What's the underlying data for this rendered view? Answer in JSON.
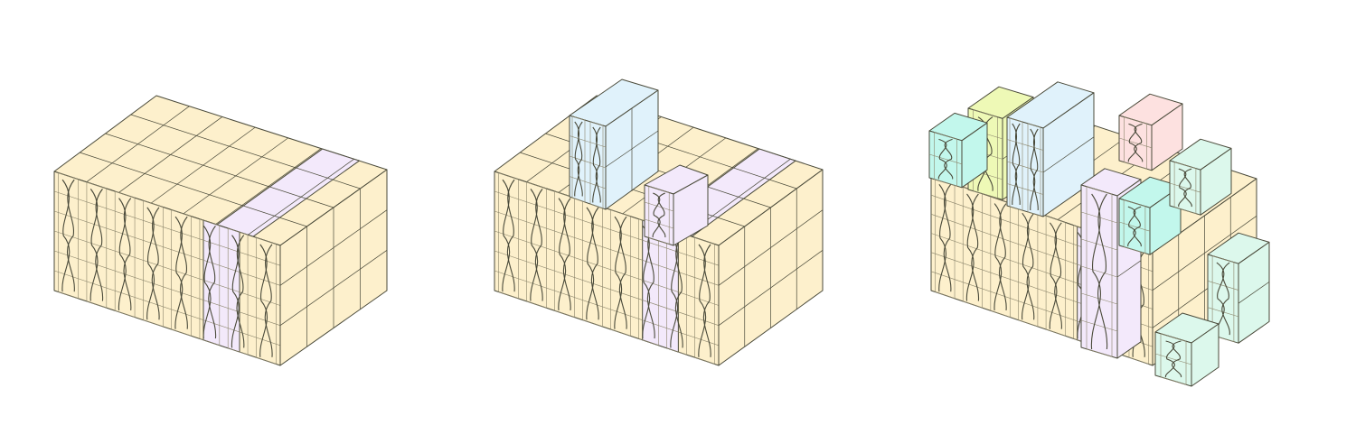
{
  "diagrams": [
    {
      "id": "stage-1",
      "modules": [
        {
          "role": "base-block",
          "color": "#fdf0cc"
        },
        {
          "role": "highlight-strip",
          "color": "#f3e9fb"
        }
      ]
    },
    {
      "id": "stage-2",
      "modules": [
        {
          "role": "base-block",
          "color": "#fdf0cc"
        },
        {
          "role": "highlight-strip",
          "color": "#f3e9fb"
        },
        {
          "role": "tower-blue",
          "color": "#e0f2fb"
        }
      ]
    },
    {
      "id": "stage-3",
      "modules": [
        {
          "role": "base-block",
          "color": "#fdf0cc"
        },
        {
          "role": "highlight-strip",
          "color": "#f3e9fb"
        },
        {
          "role": "tower-blue",
          "color": "#e0f2fb"
        },
        {
          "role": "tower-yellow",
          "color": "#eef9b6"
        },
        {
          "role": "tower-pink",
          "color": "#fde1e0"
        },
        {
          "role": "cube-teal",
          "color": "#c2f7ec"
        },
        {
          "role": "cube-mint",
          "color": "#dcf8ec"
        }
      ]
    }
  ],
  "colors": {
    "line": "#4a4a3a",
    "line_light": "#8a846a"
  }
}
